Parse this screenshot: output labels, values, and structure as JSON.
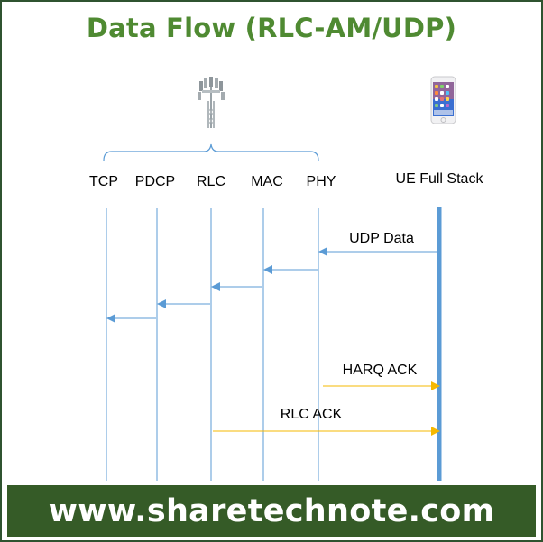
{
  "title": "Data Flow (RLC-AM/UDP)",
  "icons": {
    "tower": "cell-tower-icon",
    "phone": "smartphone-icon"
  },
  "layers": [
    "TCP",
    "PDCP",
    "RLC",
    "MAC",
    "PHY"
  ],
  "ue_label": "UE Full Stack",
  "messages": {
    "udp_data": "UDP Data",
    "harq_ack": "HARQ ACK",
    "rlc_ack": "RLC ACK"
  },
  "colors": {
    "title": "#4f8a32",
    "lifeline": "#5b9bd5",
    "downlink_arrow": "#5b9bd5",
    "ack_arrow": "#f5b800",
    "footer_bg": "#355b27",
    "footer_text": "#ffffff"
  },
  "footer": "www.sharetechnote.com"
}
